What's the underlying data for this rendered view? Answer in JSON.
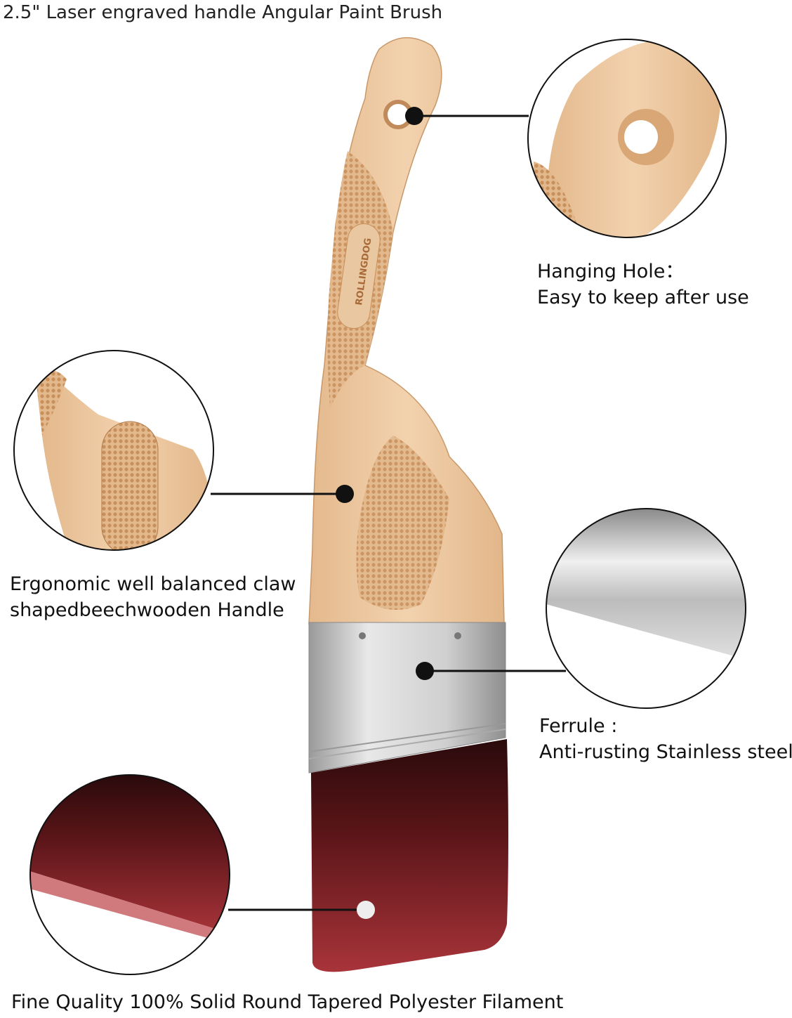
{
  "title": "2.5\"  Laser engraved handle Angular Paint Brush",
  "brand_logo": "ROLLINGDOG",
  "features": [
    {
      "name": "hanging-hole",
      "line1": "Hanging Hole：",
      "line2": "Easy to keep after use"
    },
    {
      "name": "handle",
      "line1": "Ergonomic well balanced claw",
      "line2": "shapedbeechwooden Handle"
    },
    {
      "name": "ferrule",
      "line1": "Ferrule :",
      "line2": "Anti-rusting Stainless steels"
    },
    {
      "name": "filament",
      "line1": "Fine Quality 100% Solid Round Tapered Polyester Filament"
    }
  ],
  "colors": {
    "wood": "#e9c39a",
    "engraving": "#c98f5a",
    "steel": "#c9c9c9",
    "bristle": "#6a1a1e"
  }
}
